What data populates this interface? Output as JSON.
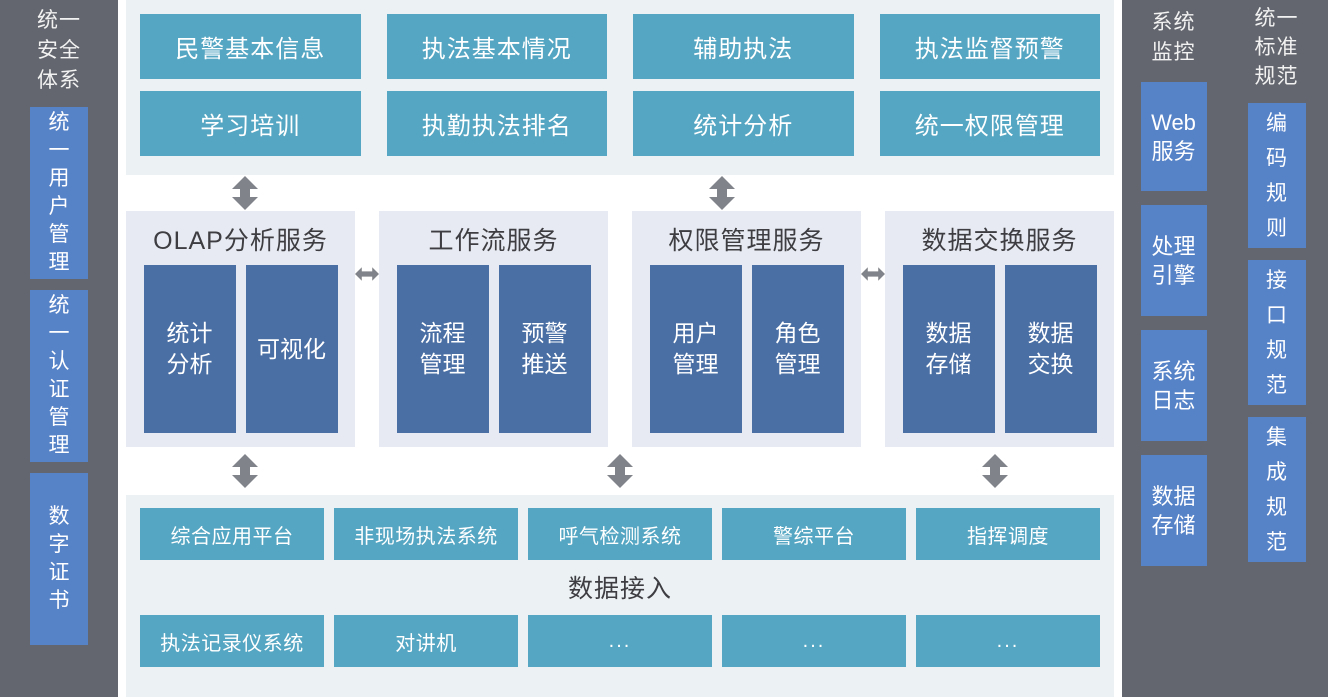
{
  "colors": {
    "sidebar_bg": "#63666E",
    "sidebar_box": "#5682C8",
    "app_panel_bg": "#ECF2F4",
    "app_box": "#55A6C2",
    "service_panel_bg": "#E7EAF2",
    "service_box": "#4A6FA5",
    "arrow": "#808389",
    "text_light": "#FFFFFF",
    "text_dark": "#3E3E42"
  },
  "left_sidebar": {
    "title": "统一\n安全\n体系",
    "boxes": [
      {
        "label": "统\n一\n用\n户\n管\n理"
      },
      {
        "label": "统\n一\n认\n证\n管\n理"
      },
      {
        "label": "数\n字\n证\n书"
      }
    ]
  },
  "application_layer": {
    "rows": [
      [
        {
          "label": "民警基本信息"
        },
        {
          "label": "执法基本情况"
        },
        {
          "label": "辅助执法"
        },
        {
          "label": "执法监督预警"
        }
      ],
      [
        {
          "label": "学习培训"
        },
        {
          "label": "执勤执法排名"
        },
        {
          "label": "统计分析"
        },
        {
          "label": "统一权限管理"
        }
      ]
    ]
  },
  "service_layer": {
    "panels": [
      {
        "title": "OLAP分析服务",
        "boxes": [
          {
            "label": "统计\n分析"
          },
          {
            "label": "可视化"
          }
        ]
      },
      {
        "title": "工作流服务",
        "boxes": [
          {
            "label": "流程\n管理"
          },
          {
            "label": "预警\n推送"
          }
        ]
      },
      {
        "title": "权限管理服务",
        "boxes": [
          {
            "label": "用户\n管理"
          },
          {
            "label": "角色\n管理"
          }
        ]
      },
      {
        "title": "数据交换服务",
        "boxes": [
          {
            "label": "数据\n存储"
          },
          {
            "label": "数据\n交换"
          }
        ]
      }
    ]
  },
  "data_layer": {
    "caption": "数据接入",
    "top_row": [
      {
        "label": "综合应用平台"
      },
      {
        "label": "非现场执法系统"
      },
      {
        "label": "呼气检测系统"
      },
      {
        "label": "警综平台"
      },
      {
        "label": "指挥调度"
      }
    ],
    "bottom_row": [
      {
        "label": "执法记录仪系统"
      },
      {
        "label": "对讲机"
      },
      {
        "label": "..."
      },
      {
        "label": "..."
      },
      {
        "label": "..."
      }
    ]
  },
  "monitor_sidebar": {
    "title": "系统\n监控",
    "boxes": [
      {
        "label": "Web\n服务"
      },
      {
        "label": "处理\n引擎"
      },
      {
        "label": "系统\n日志"
      },
      {
        "label": "数据\n存储"
      }
    ]
  },
  "standard_sidebar": {
    "title": "统一\n标准\n规范",
    "boxes": [
      {
        "label": "编\n码\n规\n则"
      },
      {
        "label": "接\n口\n规\n范"
      },
      {
        "label": "集\n成\n规\n范"
      }
    ]
  }
}
